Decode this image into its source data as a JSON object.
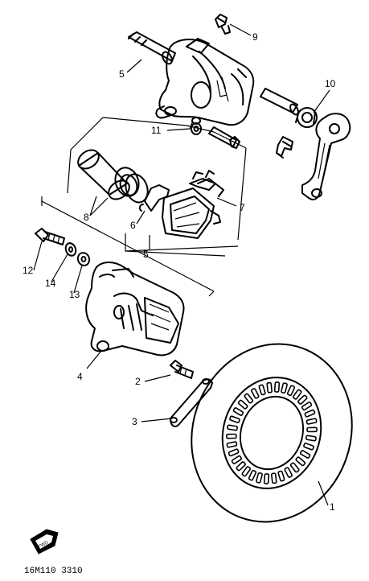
{
  "callouts": {
    "c1": "1",
    "c2": "2",
    "c3": "3",
    "c4": "4",
    "c5a": "5",
    "c5b": "5",
    "c6": "6",
    "c7": "7",
    "c8": "8",
    "c9": "9",
    "c10": "10",
    "c11": "11",
    "c12": "12",
    "c13": "13",
    "c14": "14"
  },
  "figure_code": "16M110 3310",
  "front_marker": "FWD"
}
